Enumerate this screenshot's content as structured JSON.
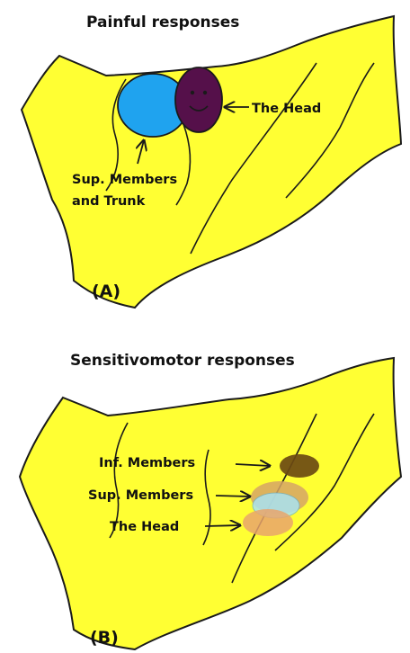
{
  "panel_a": {
    "title": "Painful responses",
    "letter": "(A)",
    "labels": {
      "head": "The Head",
      "sup_members_line1": "Sup. Members",
      "sup_members_line2": "and Trunk"
    }
  },
  "panel_b": {
    "title": "Sensitivomotor responses",
    "letter": "(B)",
    "labels": {
      "inf_members": "Inf. Members",
      "sup_members": "Sup. Members",
      "head": "The Head"
    }
  },
  "colors": {
    "region_fill": "#ffff33",
    "outline": "#1a1a1a",
    "trunk_blue": "#1fa3ef",
    "head_purple": "#55104a",
    "inf_brown": "#6b4a12",
    "sup_tan": "#d6a566",
    "sup_lightblue": "#a9e3f2",
    "head_peach": "#e9a56c"
  }
}
